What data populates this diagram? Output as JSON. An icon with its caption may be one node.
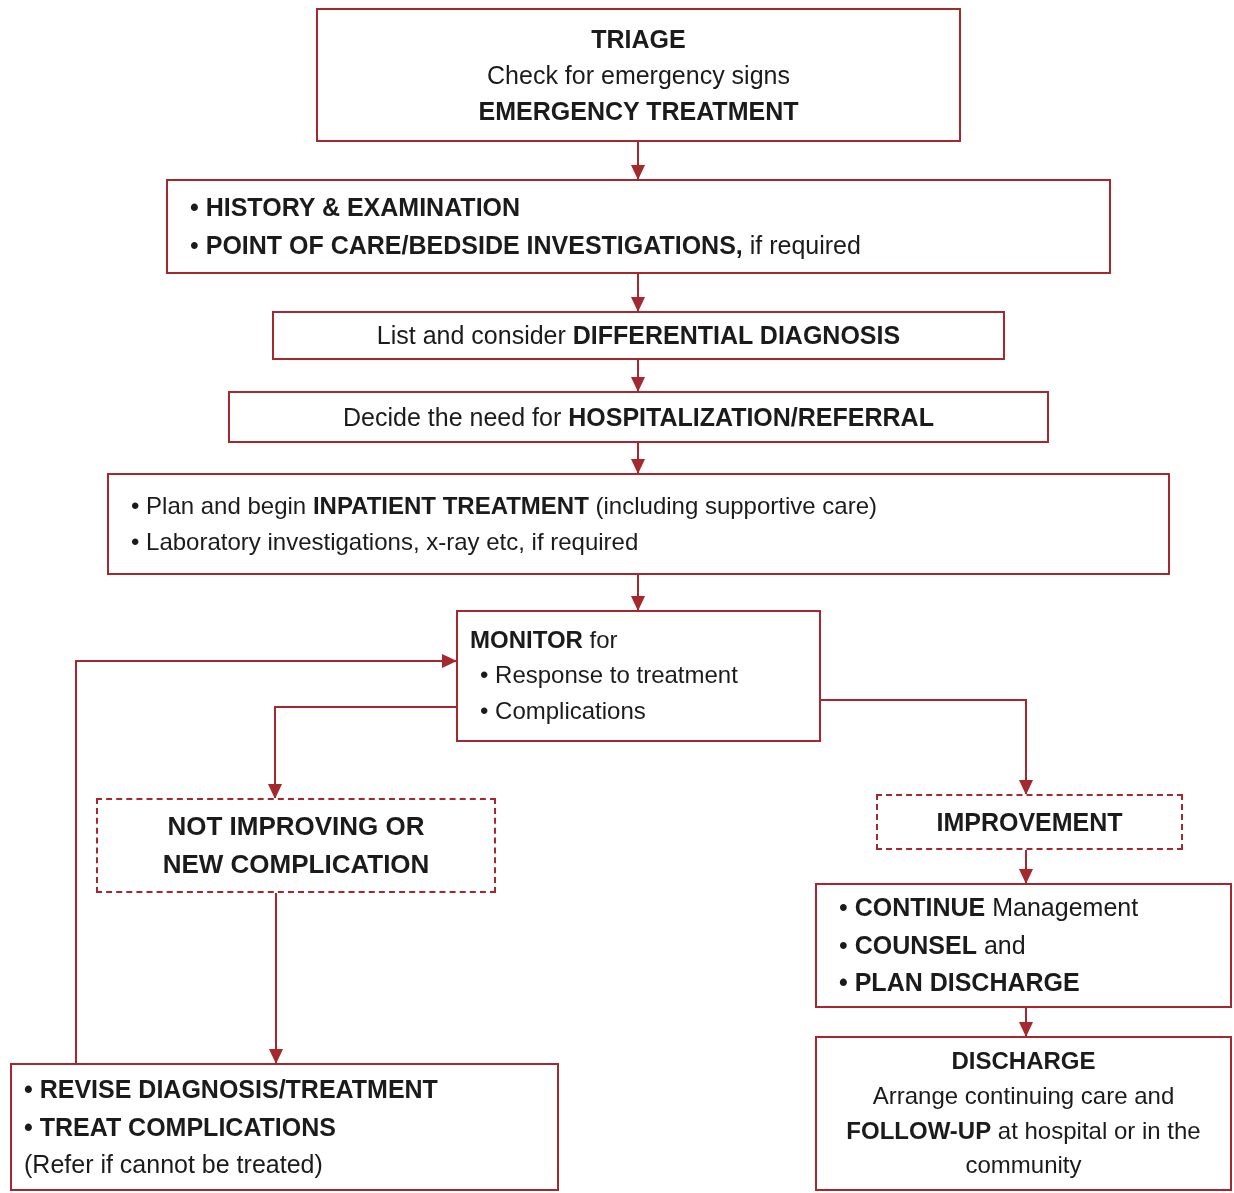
{
  "diagram": {
    "nodes": [
      {
        "text": [
          "TRIAGE",
          "Check for emergency signs",
          "EMERGENCY TREATMENT"
        ]
      },
      {
        "text": [
          "• HISTORY & EXAMINATION",
          "• **POINT OF CARE/BEDSIDE INVESTIGATIONS,** if required"
        ]
      },
      {
        "text": [
          "List and consider **DIFFERENTIAL DIAGNOSIS**"
        ]
      },
      {
        "text": [
          "Decide the need for **HOSPITALIZATION/REFERRAL**"
        ]
      },
      {
        "text": [
          "• Plan and begin **INPATIENT TREATMENT** (including supportive care)",
          "• Laboratory investigations, x-ray etc, if required"
        ]
      },
      {
        "text": [
          "**MONITOR** for",
          "• Response to treatment",
          "• Complications"
        ]
      },
      {
        "text": [
          "NOT IMPROVING OR NEW COMPLICATION"
        ]
      },
      {
        "text": [
          "IMPROVEMENT"
        ]
      },
      {
        "text": [
          "• **CONTINUE** Management",
          "• **COUNSEL** and",
          "• PLAN DISCHARGE"
        ]
      },
      {
        "text": [
          "DISCHARGE",
          "Arrange continuing care and **FOLLOW-UP** at hospital or in the community"
        ]
      },
      {
        "text": [
          "• REVISE DIAGNOSIS/TREATMENT",
          "• TREAT COMPLICATIONS",
          "(Refer if cannot be treated)"
        ]
      }
    ],
    "edges": [
      {
        "from": 0,
        "to": 1,
        "arrow": "to"
      },
      {
        "from": 1,
        "to": 2,
        "arrow": "to"
      },
      {
        "from": 2,
        "to": 3,
        "arrow": "to"
      },
      {
        "from": 3,
        "to": 4,
        "arrow": "to"
      },
      {
        "from": 4,
        "to": 5,
        "arrow": "to"
      },
      {
        "from": 5,
        "to": 6,
        "arrow": "to"
      },
      {
        "from": 5,
        "to": 7,
        "arrow": "to"
      },
      {
        "from": 7,
        "to": 8,
        "arrow": "to"
      },
      {
        "from": 8,
        "to": 9,
        "arrow": "to"
      },
      {
        "from": 6,
        "to": 10,
        "arrow": "to"
      },
      {
        "from": 10,
        "to": 5,
        "arrow": "to"
      }
    ]
  }
}
